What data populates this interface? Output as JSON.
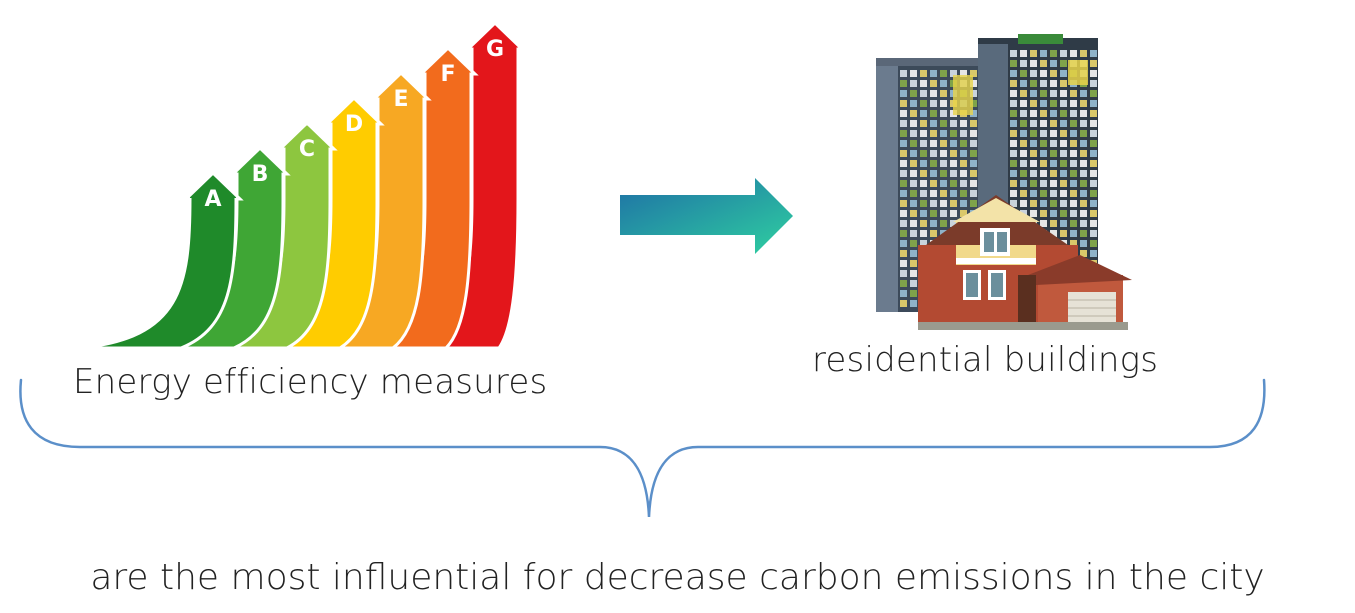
{
  "labels": {
    "efficiency_measures": "Energy efficiency measures",
    "residential_buildings": "residential buildings",
    "conclusion": "are the most influential for decrease carbon emissions in the city"
  },
  "efficiency_grades": [
    {
      "letter": "A",
      "color": "#1f8a2a"
    },
    {
      "letter": "B",
      "color": "#3fa635"
    },
    {
      "letter": "C",
      "color": "#8dc63f"
    },
    {
      "letter": "D",
      "color": "#ffcc00"
    },
    {
      "letter": "E",
      "color": "#f7a823"
    },
    {
      "letter": "F",
      "color": "#f26b1d"
    },
    {
      "letter": "G",
      "color": "#e3161b"
    }
  ],
  "colors": {
    "arrow_start": "#1e6fa6",
    "arrow_end": "#2fd0a0",
    "brace": "#5b8fc9"
  }
}
